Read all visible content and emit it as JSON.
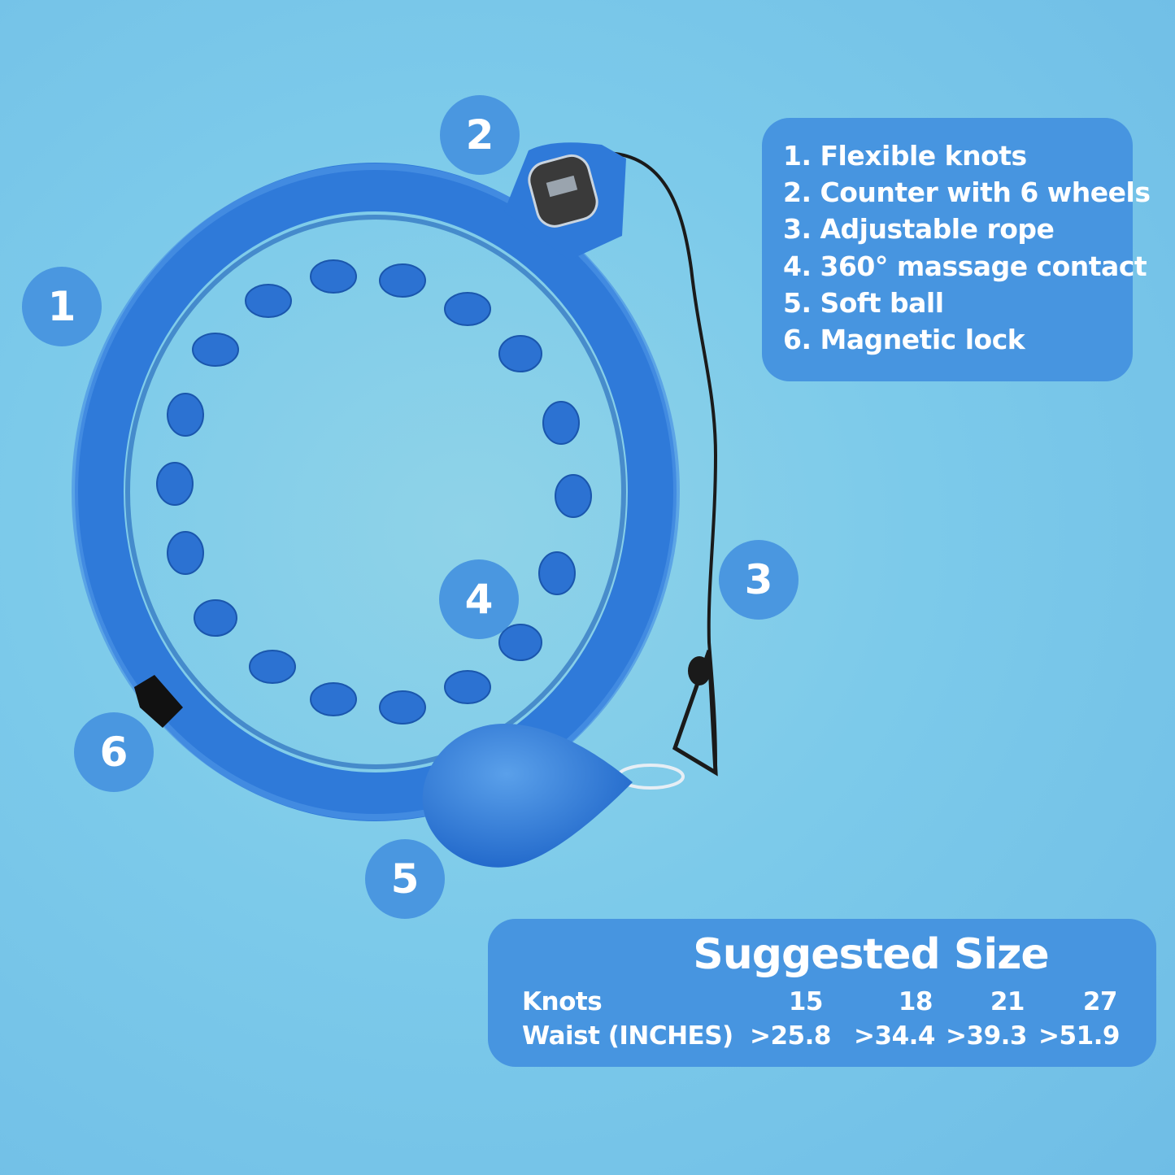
{
  "badges": [
    {
      "num": "1",
      "label": "Flexible knots"
    },
    {
      "num": "2",
      "label": "Counter with 6 wheels"
    },
    {
      "num": "3",
      "label": "Adjustable rope"
    },
    {
      "num": "4",
      "label": "360° massage contact"
    },
    {
      "num": "5",
      "label": "Soft ball"
    },
    {
      "num": "6",
      "label": "Magnetic lock"
    }
  ],
  "features": {
    "items": [
      "1. Flexible knots",
      "2. Counter with 6 wheels",
      "3. Adjustable rope",
      "4. 360° massage contact",
      "5. Soft ball",
      "6. Magnetic lock"
    ]
  },
  "size_table": {
    "title": "Suggested Size",
    "knots_label": "Knots",
    "waist_label": "Waist (INCHES)",
    "knots": [
      "15",
      "18",
      "21",
      "27"
    ],
    "waist": [
      ">25.8",
      ">34.4",
      ">39.3",
      ">51.9"
    ]
  },
  "colors": {
    "background": "#7ccaea",
    "panel": "#4795e0",
    "badge": "#4a97e0",
    "hoop": "#2f7ad9",
    "rope": "#1a1a1a"
  }
}
